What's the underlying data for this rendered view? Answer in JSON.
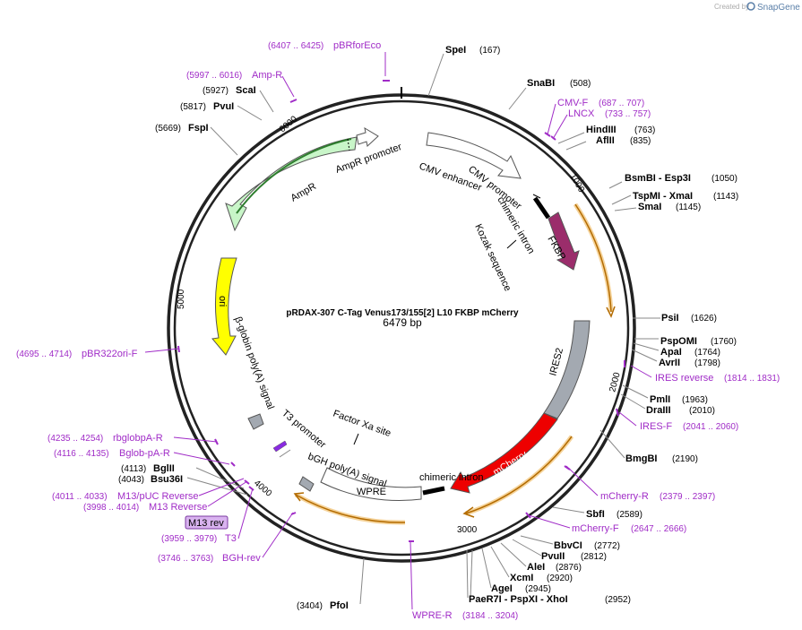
{
  "credit": {
    "created_by": "Created by",
    "brand": "SnapGene"
  },
  "plasmid": {
    "name": "pRDAX-307    C-Tag Venus173/155[2] L10 FKBP mCherry",
    "size_label": "6479 bp",
    "total_bp": 6479
  },
  "ticks": [
    "1000",
    "2000",
    "3000",
    "4000",
    "5000",
    "6000"
  ],
  "enzymes": [
    {
      "name": "SpeI",
      "pos": "(167)"
    },
    {
      "name": "SnaBI",
      "pos": "(508)"
    },
    {
      "name": "HindIII",
      "pos": "(763)"
    },
    {
      "name": "AflII",
      "pos": "(835)"
    },
    {
      "name": "BsmBI  - Esp3I",
      "pos": "(1050)"
    },
    {
      "name": "TspMI  - XmaI",
      "pos": "(1143)"
    },
    {
      "name": "SmaI",
      "pos": "(1145)"
    },
    {
      "name": "PsiI",
      "pos": "(1626)"
    },
    {
      "name": "PspOMI",
      "pos": "(1760)"
    },
    {
      "name": "ApaI",
      "pos": "(1764)"
    },
    {
      "name": "AvrII",
      "pos": "(1798)"
    },
    {
      "name": "PmlI",
      "pos": "(1963)"
    },
    {
      "name": "DraIII",
      "pos": "(2010)"
    },
    {
      "name": "BmgBI",
      "pos": "(2190)"
    },
    {
      "name": "SbfI",
      "pos": "(2589)"
    },
    {
      "name": "BbvCI",
      "pos": "(2772)"
    },
    {
      "name": "PvuII",
      "pos": "(2812)"
    },
    {
      "name": "AleI",
      "pos": "(2876)"
    },
    {
      "name": "XcmI",
      "pos": "(2920)"
    },
    {
      "name": "AgeI",
      "pos": "(2945)"
    },
    {
      "name": "PaeR7I  - PspXI  - XhoI",
      "pos": "(2952)"
    },
    {
      "name": "PfoI",
      "pos": "(3404)"
    },
    {
      "name": "Bsu36I",
      "pos": "(4043)"
    },
    {
      "name": "BglII",
      "pos": "(4113)"
    },
    {
      "name": "FspI",
      "pos": "(5669)"
    },
    {
      "name": "PvuI",
      "pos": "(5817)"
    },
    {
      "name": "ScaI",
      "pos": "(5927)"
    }
  ],
  "primers": [
    {
      "name": "pBRforEco",
      "pos": "(6407 .. 6425)"
    },
    {
      "name": "Amp-R",
      "pos": "(5997 .. 6016)"
    },
    {
      "name": "CMV-F",
      "pos": "(687 .. 707)"
    },
    {
      "name": "LNCX",
      "pos": "(733 .. 757)"
    },
    {
      "name": "IRES reverse",
      "pos": "(1814 .. 1831)"
    },
    {
      "name": "IRES-F",
      "pos": "(2041 .. 2060)"
    },
    {
      "name": "mCherry-R",
      "pos": "(2379 .. 2397)"
    },
    {
      "name": "mCherry-F",
      "pos": "(2647 .. 2666)"
    },
    {
      "name": "WPRE-R",
      "pos": "(3184 .. 3204)"
    },
    {
      "name": "BGH-rev",
      "pos": "(3746 .. 3763)"
    },
    {
      "name": "T3",
      "pos": "(3959 .. 3979)"
    },
    {
      "name": "M13 Reverse",
      "pos": "(3998 .. 4014)"
    },
    {
      "name": "M13/pUC Reverse",
      "pos": "(4011 .. 4033)"
    },
    {
      "name": "Bglob-pA-R",
      "pos": "(4116 .. 4135)"
    },
    {
      "name": "rbglobpA-R",
      "pos": "(4235 .. 4254)"
    },
    {
      "name": "pBR322ori-F",
      "pos": "(4695 .. 4714)"
    }
  ],
  "m13_badge": "M13 rev",
  "features": {
    "amp_promoter": "AmpR promoter",
    "ampr": "AmpR",
    "cmv_enhancer": "CMV enhancer",
    "cmv_promoter": "CMV promoter",
    "chimeric_intron_top": "chimeric intron",
    "fkbp": "FKBP",
    "kozak": "Kozak sequence",
    "ori": "ori",
    "bglobin": "β-globin poly(A) signal",
    "ires2": "IRES2",
    "factor_xa": "Factor Xa site",
    "t3_promoter": "T3 promoter",
    "bgh": "bGH poly(A) signal",
    "wpre": "WPRE",
    "chimeric_intron_bottom": "chimeric intron",
    "mcherry": "mCherry"
  },
  "colors": {
    "backbone": "#222222",
    "primer": "#a02cc7",
    "ampr": "#c8f5c8",
    "ampr_edge": "#2e7d2e",
    "ori": "#ffff00",
    "fkbp": "#9b2d6b",
    "ires": "#a3a9b1",
    "mcherry": "#ee0000",
    "orange_line": "#e8a33a",
    "badge": "#d9b3f0"
  }
}
